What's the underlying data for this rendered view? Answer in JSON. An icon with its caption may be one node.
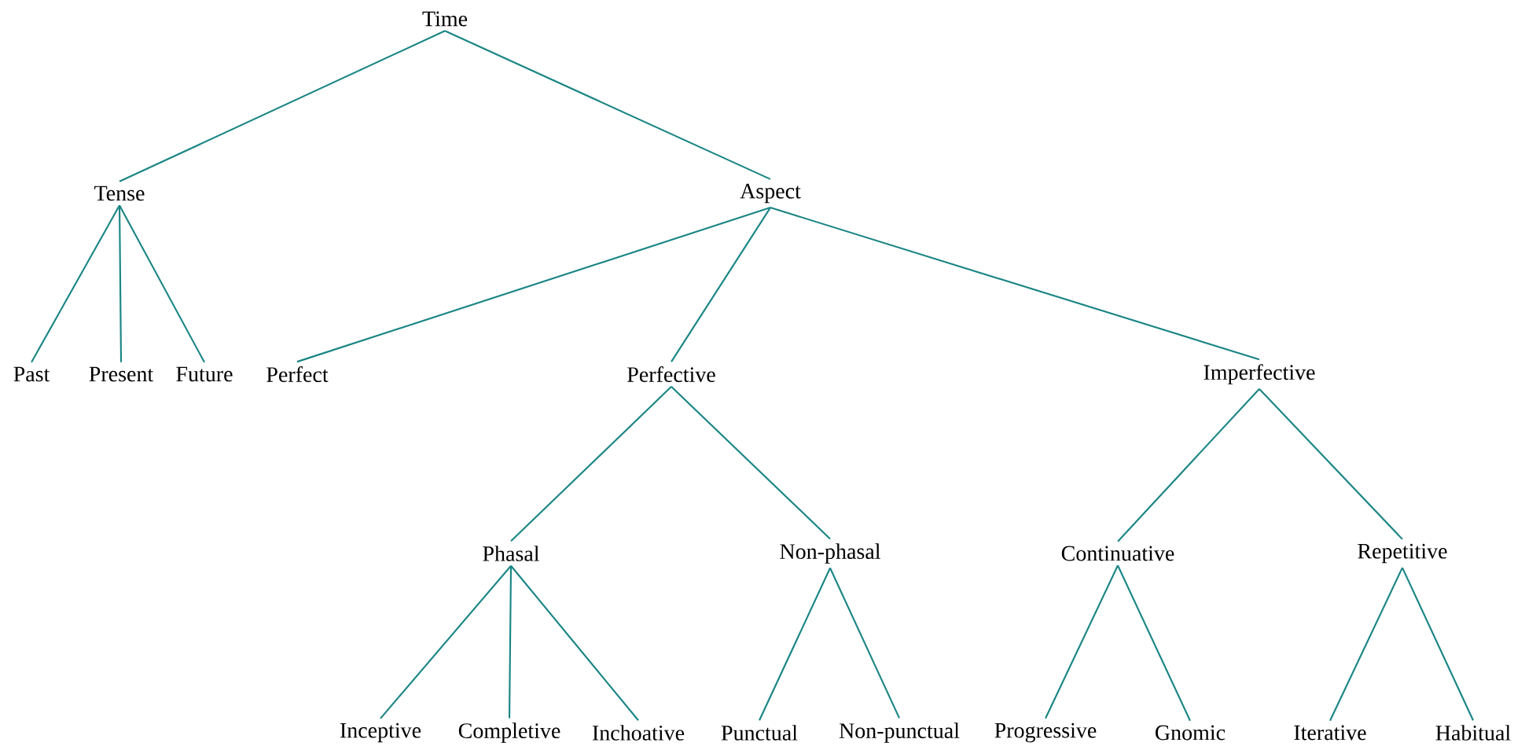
{
  "diagram": {
    "nodes": [
      {
        "text": [
          "Time"
        ]
      },
      {
        "text": [
          "Tense"
        ]
      },
      {
        "text": [
          "Aspect"
        ]
      },
      {
        "text": [
          "Past"
        ]
      },
      {
        "text": [
          "Present"
        ]
      },
      {
        "text": [
          "Future"
        ]
      },
      {
        "text": [
          "Perfect"
        ]
      },
      {
        "text": [
          "Perfective"
        ]
      },
      {
        "text": [
          "Imperfective"
        ]
      },
      {
        "text": [
          "Phasal"
        ]
      },
      {
        "text": [
          "Non-phasal"
        ]
      },
      {
        "text": [
          "Continuative"
        ]
      },
      {
        "text": [
          "Repetitive"
        ]
      },
      {
        "text": [
          "Inceptive"
        ]
      },
      {
        "text": [
          "Completive"
        ]
      },
      {
        "text": [
          "Inchoative"
        ]
      },
      {
        "text": [
          "Punctual"
        ]
      },
      {
        "text": [
          "Non-punctual"
        ]
      },
      {
        "text": [
          "Progressive"
        ]
      },
      {
        "text": [
          "Gnomic"
        ]
      },
      {
        "text": [
          "Iterative"
        ]
      },
      {
        "text": [
          "Habitual"
        ]
      }
    ],
    "edges": [
      {
        "from": 0,
        "to": 1,
        "arrow": "none"
      },
      {
        "from": 0,
        "to": 2,
        "arrow": "none"
      },
      {
        "from": 1,
        "to": 3,
        "arrow": "none"
      },
      {
        "from": 1,
        "to": 4,
        "arrow": "none"
      },
      {
        "from": 1,
        "to": 5,
        "arrow": "none"
      },
      {
        "from": 2,
        "to": 6,
        "arrow": "none"
      },
      {
        "from": 2,
        "to": 7,
        "arrow": "none"
      },
      {
        "from": 2,
        "to": 8,
        "arrow": "none"
      },
      {
        "from": 7,
        "to": 9,
        "arrow": "none"
      },
      {
        "from": 7,
        "to": 10,
        "arrow": "none"
      },
      {
        "from": 8,
        "to": 11,
        "arrow": "none"
      },
      {
        "from": 8,
        "to": 12,
        "arrow": "none"
      },
      {
        "from": 9,
        "to": 13,
        "arrow": "none"
      },
      {
        "from": 9,
        "to": 14,
        "arrow": "none"
      },
      {
        "from": 9,
        "to": 15,
        "arrow": "none"
      },
      {
        "from": 10,
        "to": 16,
        "arrow": "none"
      },
      {
        "from": 10,
        "to": 17,
        "arrow": "none"
      },
      {
        "from": 11,
        "to": 18,
        "arrow": "none"
      },
      {
        "from": 11,
        "to": 19,
        "arrow": "none"
      },
      {
        "from": 12,
        "to": 20,
        "arrow": "none"
      },
      {
        "from": 12,
        "to": 21,
        "arrow": "none"
      }
    ]
  }
}
